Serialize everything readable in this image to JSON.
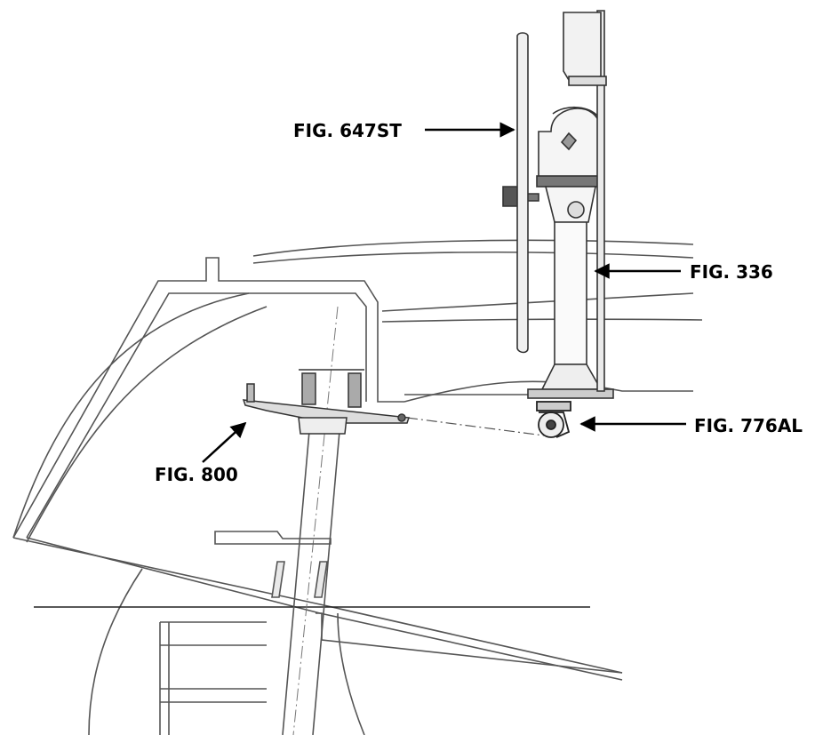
{
  "callouts": {
    "fig_647st": "FIG. 647ST",
    "fig_336": "FIG. 336",
    "fig_776al": "FIG. 776AL",
    "fig_800": "FIG. 800"
  },
  "colors": {
    "drawing_line": "#555555",
    "label_text": "#000000",
    "arrow": "#000000"
  }
}
